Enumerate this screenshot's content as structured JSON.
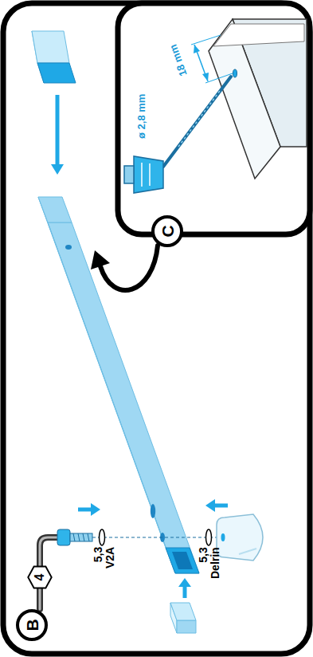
{
  "diagram": {
    "nodes": [
      {
        "text": [
          "B"
        ]
      },
      {
        "text": [
          "4"
        ]
      },
      {
        "text": [
          "C"
        ]
      }
    ],
    "labels": [
      "5,3 V2A",
      "5,3 Delrin",
      "ø 2,8 mm",
      "18 mm"
    ]
  }
}
